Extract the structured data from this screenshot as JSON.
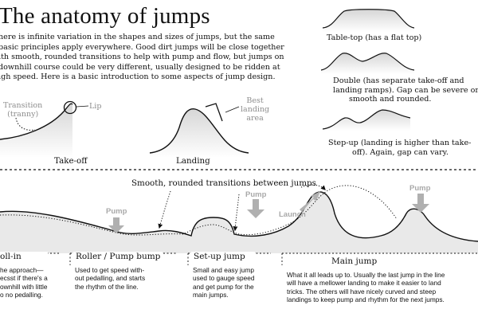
{
  "title": "The anatomy of jumps",
  "intro_lines": [
    "here is infinite variation in the shapes and sizes of jumps, but the same",
    "basic principles apply everywhere. Good dirt jumps will be close together",
    "ith smooth, rounded transitions to help with pump and flow, but jumps on",
    "downhill course could be very different, usually designed to be ridden at",
    "igh speed. Here is a basic introduction to some aspects of jump design."
  ],
  "anatomy": {
    "transition_label": [
      "Transition",
      "(tranny)"
    ],
    "lip_label": "Lip",
    "best_landing_label": [
      "Best",
      "landing",
      "area"
    ],
    "takeoff_label": "Take-off",
    "landing_label": "Landing"
  },
  "types": {
    "tabletop": "Table-top (has a flat top)",
    "double": [
      "Double (has separate take-off and",
      "landing ramps). Gap can be severe or",
      "smooth and rounded."
    ],
    "stepup": [
      "Step-up (landing is higher than take-",
      "off). Again, gap can vary."
    ]
  },
  "line": {
    "transitions_label": "Smooth, rounded transitions between jumps",
    "pump_label": "Pump",
    "launch_label": "Launch"
  },
  "sections": [
    {
      "heading": "oll-in",
      "lines": [
        "he approach—",
        "ecsst if there's a",
        "ownhill with little",
        "o no pedalling."
      ]
    },
    {
      "heading": "Roller / Pump bump",
      "lines": [
        "Used to get speed with-",
        "out pedalling, and starts",
        "the rhythm of the line."
      ]
    },
    {
      "heading": "Set-up jump",
      "lines": [
        "Small and easy jump",
        "used to gauge speed",
        "and get pump for the",
        "main jumps."
      ]
    },
    {
      "heading": "Main jump",
      "lines": [
        "What it all leads up to. Usually the last jump in the line",
        "will have a mellower landing to make it easier to land",
        "tricks. The others will have nicely curved and steep",
        "landings to keep pump and rhythm for the next jumps."
      ]
    }
  ],
  "colors": {
    "pump_gray": "#a9a9a9",
    "ground_fill": "#e9e9e9",
    "line_color": "#111111"
  }
}
